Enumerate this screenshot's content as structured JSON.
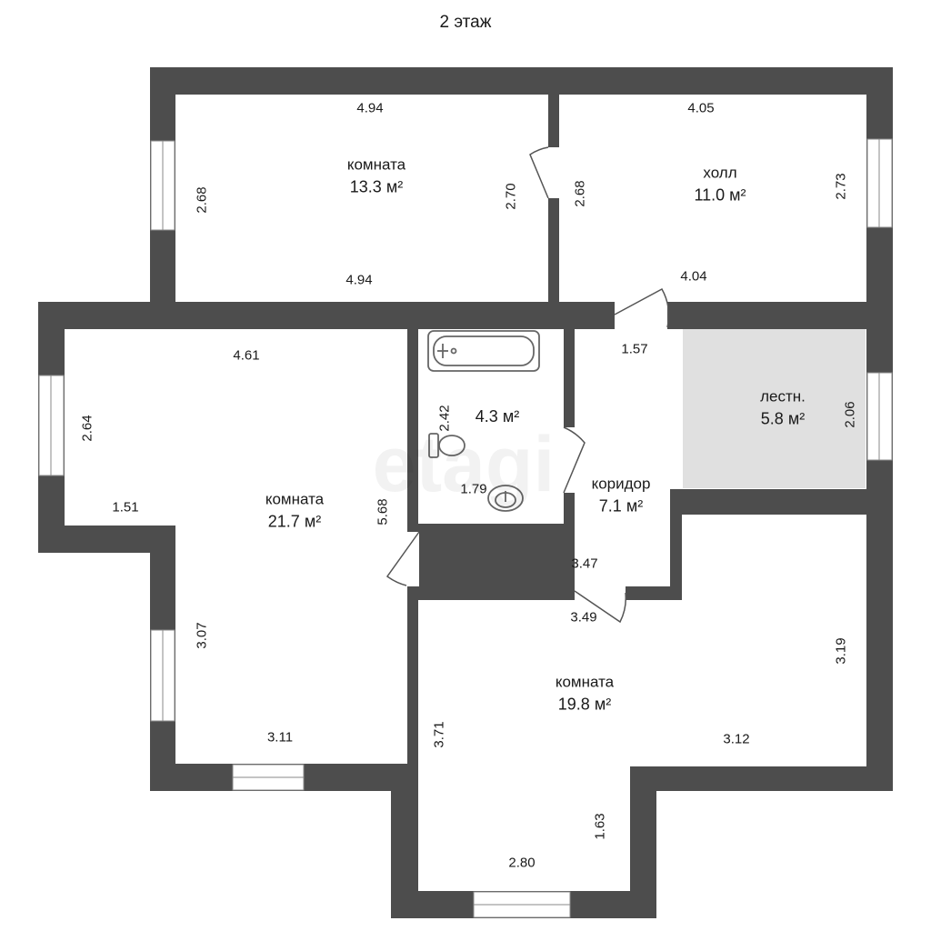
{
  "title": "2 этаж",
  "rooms": [
    {
      "name": "комната",
      "area": "13.3 м²"
    },
    {
      "name": "холл",
      "area": "11.0 м²"
    },
    {
      "name": "комната",
      "area": "21.7 м²"
    },
    {
      "name": "",
      "area": "4.3 м²"
    },
    {
      "name": "коридор",
      "area": "7.1 м²"
    },
    {
      "name": "лестн.",
      "area": "5.8 м²"
    },
    {
      "name": "комната",
      "area": "19.8 м²"
    }
  ],
  "dimensions": [
    "4.94",
    "2.68",
    "2.70",
    "4.94",
    "4.05",
    "2.68",
    "2.73",
    "4.04",
    "4.61",
    "2.64",
    "1.51",
    "5.68",
    "3.07",
    "3.11",
    "2.42",
    "1.79",
    "1.57",
    "2.06",
    "3.47",
    "3.49",
    "3.19",
    "3.12",
    "3.71",
    "1.63",
    "2.80"
  ],
  "watermark": "etagi",
  "colors": {
    "wall": "#4d4d4d",
    "stair": "#e0e0e0",
    "fixture": "#666666"
  }
}
